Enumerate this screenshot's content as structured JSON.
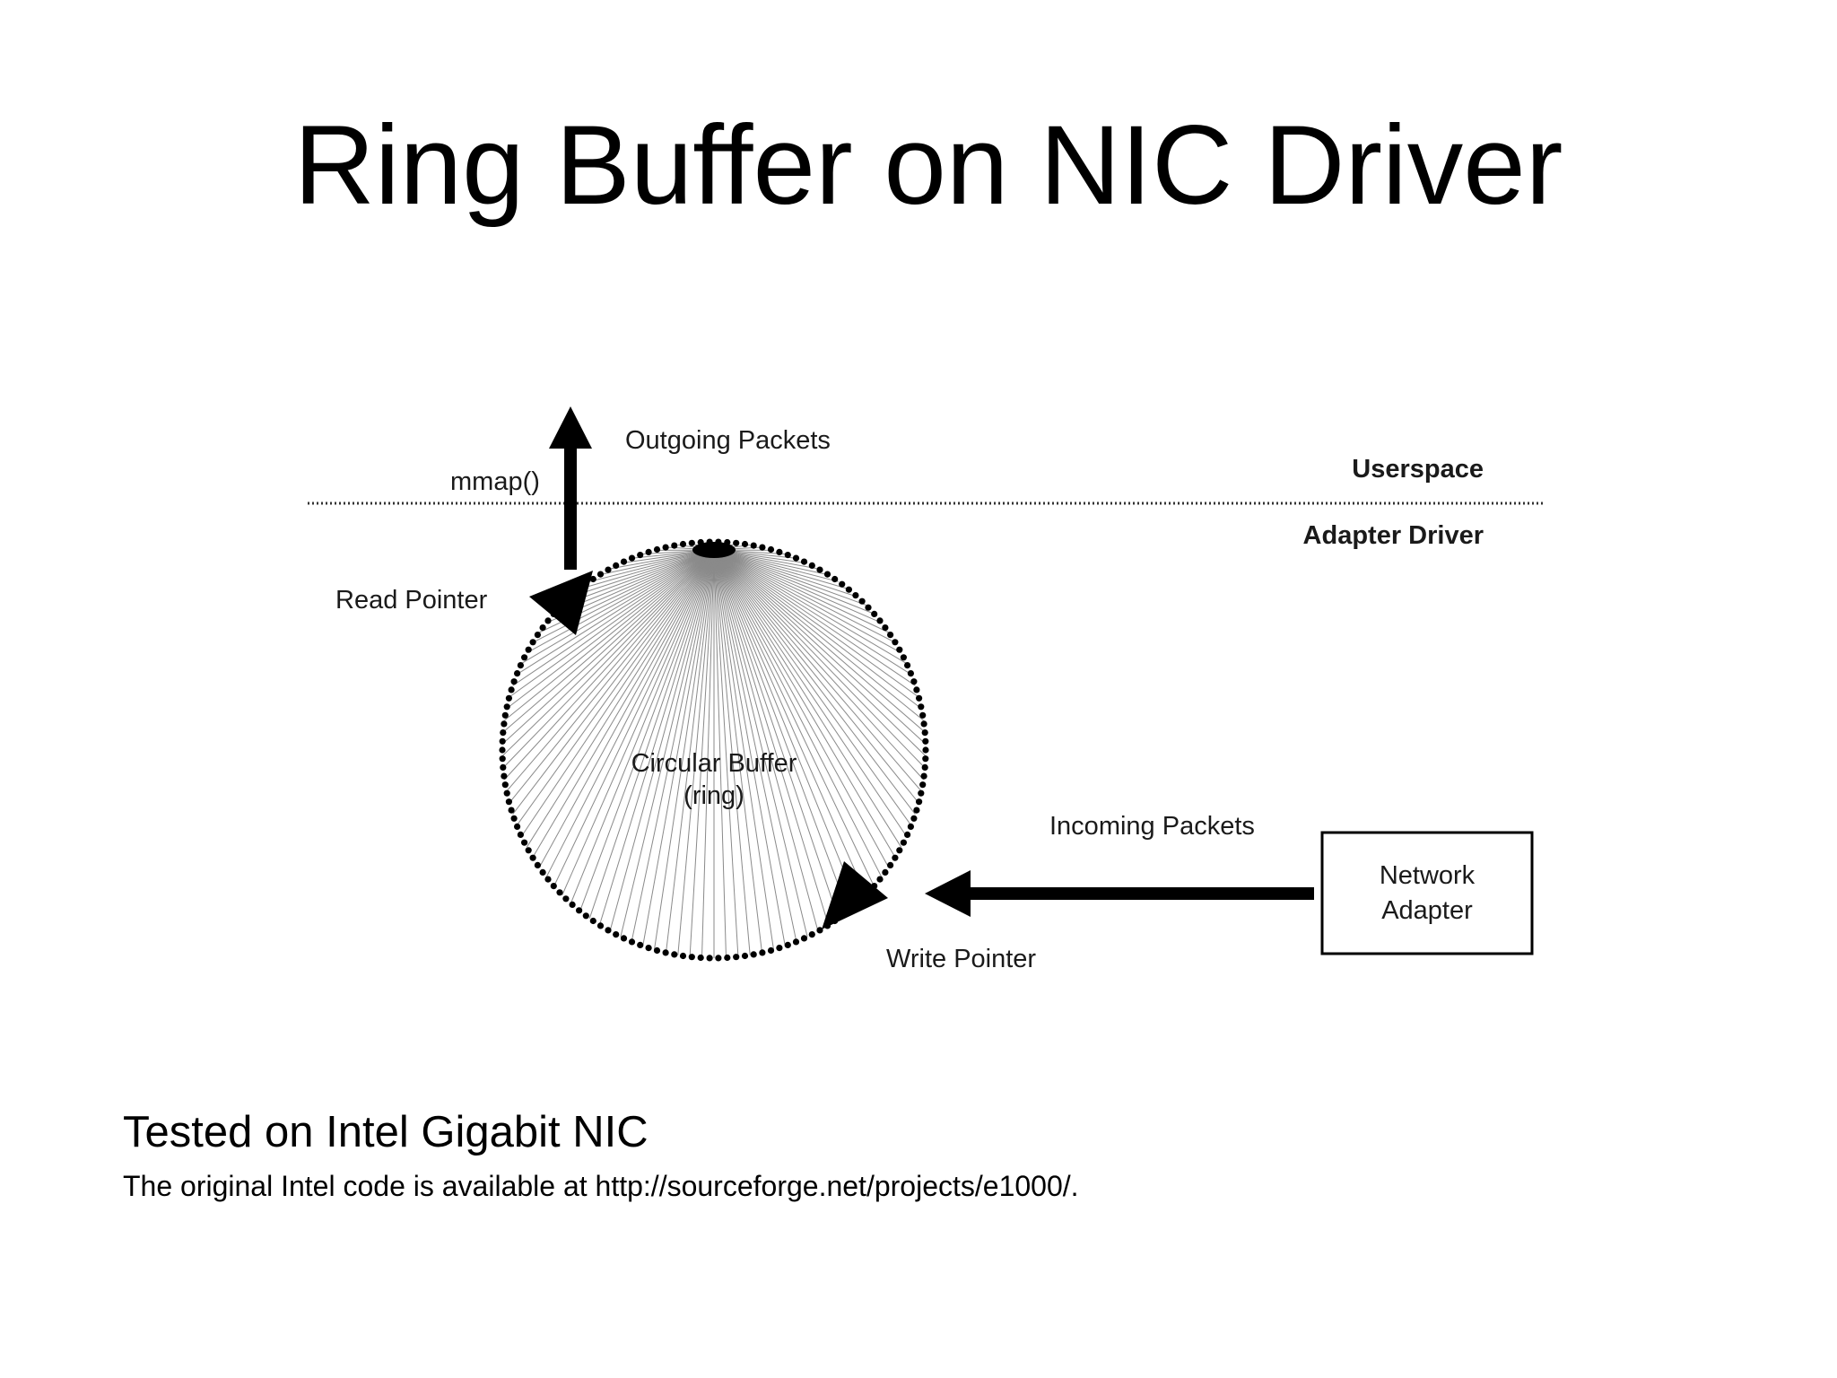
{
  "slide": {
    "title": "Ring Buffer on NIC Driver",
    "footer_heading": "Tested on Intel Gigabit NIC",
    "footer_note": "The original Intel code is available at http://sourceforge.net/projects/e1000/."
  },
  "diagram": {
    "labels": {
      "outgoing_packets": "Outgoing Packets",
      "mmap": "mmap()",
      "userspace": "Userspace",
      "adapter_driver": "Adapter Driver",
      "read_pointer": "Read Pointer",
      "circular_buffer_line1": "Circular Buffer",
      "circular_buffer_line2": "(ring)",
      "incoming_packets": "Incoming Packets",
      "network_adapter_line1": "Network",
      "network_adapter_line2": "Adapter",
      "write_pointer": "Write Pointer"
    }
  }
}
